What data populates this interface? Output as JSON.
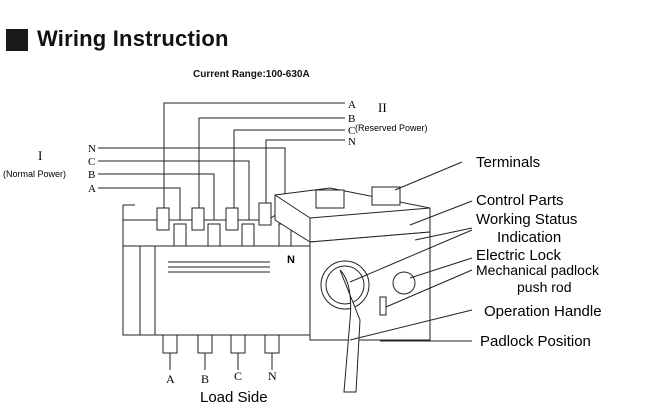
{
  "header": {
    "title": "Wiring Instruction",
    "current_range": "Current Range:100-630A"
  },
  "sources": {
    "normal": {
      "numeral": "I",
      "label": "(Normal Power)"
    },
    "reserved": {
      "numeral": "II",
      "label": "(Reserved Power)"
    }
  },
  "phase_labels": {
    "reserved_top": [
      "A",
      "B",
      "C",
      "N"
    ],
    "normal_left": [
      "N",
      "C",
      "B",
      "A"
    ],
    "load_bottom": [
      "A",
      "B",
      "C",
      "N"
    ]
  },
  "device_marks": {
    "panel_n": "N"
  },
  "callouts": {
    "terminals": "Terminals",
    "control_parts": "Control Parts",
    "working_status_1": "Working Status",
    "working_status_2": "Indication",
    "electric_lock": "Electric Lock",
    "mech_padlock_1": "Mechanical padlock",
    "mech_padlock_2": "push rod",
    "operation_handle": "Operation Handle",
    "padlock_position": "Padlock Position"
  },
  "footer": {
    "load_side": "Load Side"
  }
}
